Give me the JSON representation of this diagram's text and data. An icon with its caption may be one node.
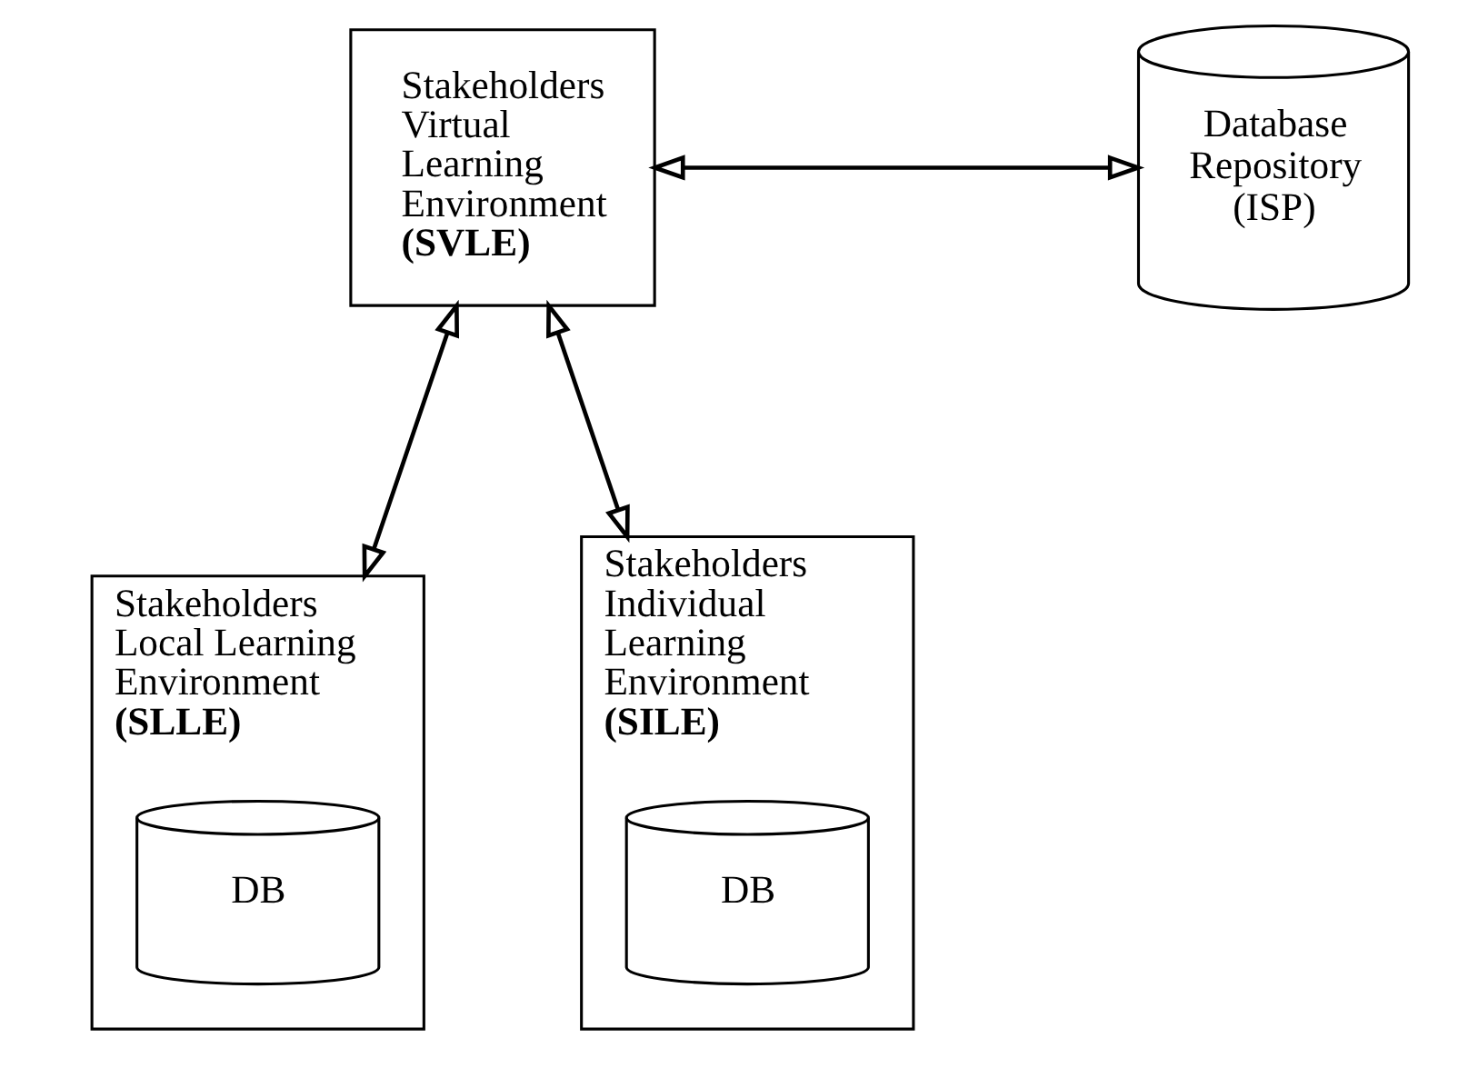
{
  "diagram": {
    "nodes": [
      {
        "text": [
          "Stakeholders Virtual Learning Environment **(SVLE)**"
        ]
      },
      {
        "text": [
          "Database Repository (ISP)"
        ]
      },
      {
        "text": [
          "Stakeholders Local Learning Environment **(SLLE)**"
        ]
      },
      {
        "text": [
          "DB"
        ],
        "in": 2
      },
      {
        "text": [
          "Stakeholders Individual Learning Environment **(SILE)**"
        ]
      },
      {
        "text": [
          "DB"
        ],
        "in": 4
      }
    ],
    "edges": [
      {
        "from": 0,
        "to": 1,
        "arrow": "both"
      },
      {
        "from": 0,
        "to": 2,
        "arrow": "both"
      },
      {
        "from": 0,
        "to": 4,
        "arrow": "both"
      }
    ]
  }
}
